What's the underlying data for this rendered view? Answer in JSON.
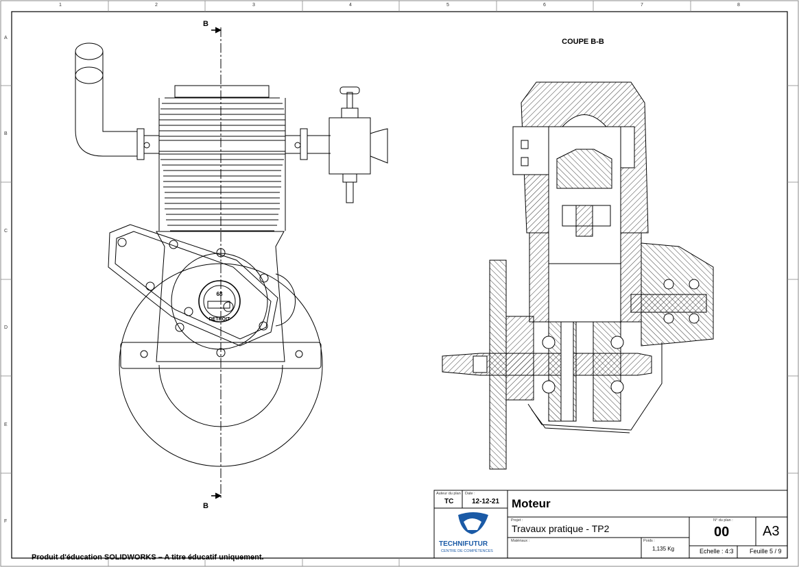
{
  "zones": {
    "columns": [
      "1",
      "2",
      "3",
      "4",
      "5",
      "6",
      "7",
      "8"
    ],
    "rows": [
      "A",
      "B",
      "C",
      "D",
      "E",
      "F"
    ]
  },
  "view_labels": {
    "section_title": "COUPE B-B",
    "cut_top": "B",
    "cut_bottom": "B"
  },
  "badge": {
    "top": "68",
    "bottom": "DETROIT"
  },
  "title_block": {
    "author_label": "Auteur du plan :",
    "author": "TC",
    "date_label": "Date :",
    "date": "12-12-21",
    "title": "Moteur",
    "project_label": "Projet :",
    "project": "Travaux pratique - TP2",
    "material_label": "Matériaux :",
    "weight_label": "Poids :",
    "weight": "1,135 Kg",
    "plan_no_label": "N° du plan :",
    "plan_no": "00",
    "format": "A3",
    "scale": "Echelle : 4:3",
    "sheet": "Feuille 5 / 9",
    "logo_main": "TECHNIFUTUR",
    "logo_sub": "CENTRE DE COMPÉTENCES"
  },
  "footer": "Produit d'éducation SOLIDWORKS – A titre éducatif uniquement.",
  "colors": {
    "line": "#000000",
    "logo_blue": "#1a5aa6",
    "paper": "#ffffff"
  }
}
